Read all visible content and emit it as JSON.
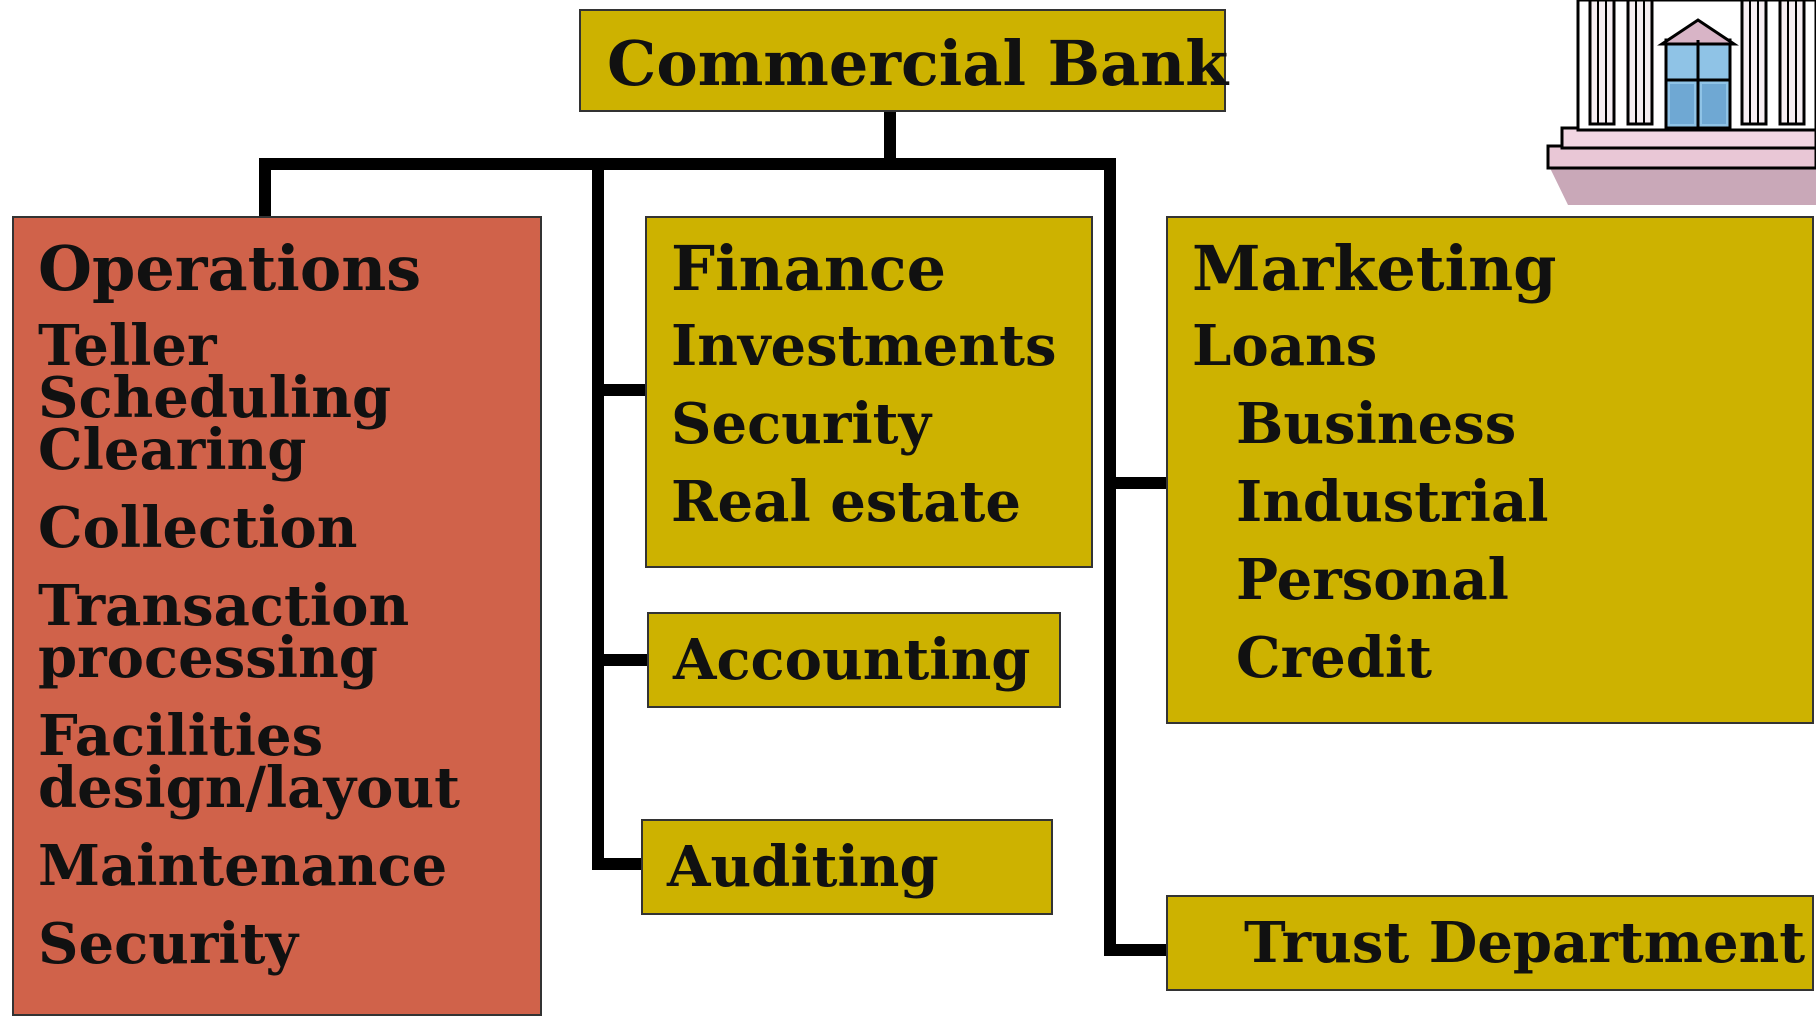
{
  "root": {
    "label": "Commercial Bank"
  },
  "operations": {
    "title": "Operations",
    "items": [
      "Teller",
      "Scheduling",
      "Clearing",
      "Collection",
      "Transaction",
      "processing",
      "Facilities",
      "design/layout",
      "Maintenance",
      "Security"
    ]
  },
  "finance": {
    "title": "Finance",
    "items": [
      "Investments",
      "Security",
      "Real estate"
    ]
  },
  "accounting": {
    "label": "Accounting"
  },
  "auditing": {
    "label": "Auditing"
  },
  "marketing": {
    "title": "Marketing",
    "loans": "Loans",
    "items": [
      "Business",
      "Industrial",
      "Personal",
      "Credit"
    ]
  },
  "trust": {
    "label": "Trust Department"
  },
  "colors": {
    "box_gold": "#CDB200",
    "box_red": "#D0624A",
    "line": "#000000"
  },
  "icons": {
    "bank": "bank-building-icon"
  }
}
